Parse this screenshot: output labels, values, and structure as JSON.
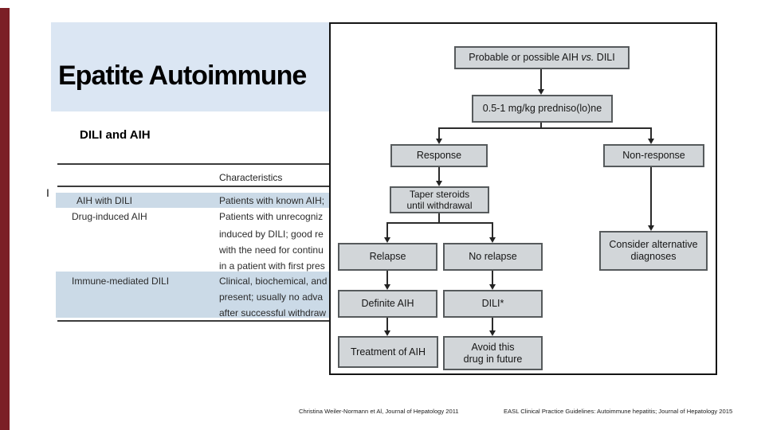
{
  "slide": {
    "title": "Epatite Autoimmune",
    "subtitle": "DILI and AIH",
    "stray_mark": "I"
  },
  "table": {
    "column_header": "Characteristics",
    "rows": [
      {
        "name": "AIH with DILI",
        "lines": [
          "Patients with known AIH;"
        ]
      },
      {
        "name": "Drug-induced AIH",
        "lines": [
          "Patients with unrecogniz",
          "induced by DILI; good re",
          "with the need for continu",
          "in a patient with first pres"
        ]
      },
      {
        "name": "Immune-mediated DILI",
        "lines": [
          "Clinical, biochemical, and",
          "present; usually no adva",
          "after successful withdraw"
        ]
      }
    ]
  },
  "flowchart": {
    "nodes": {
      "probable": {
        "prefix": "Probable or possible AIH ",
        "vs": "vs.",
        "suffix": " DILI"
      },
      "prednisone": {
        "label": "0.5-1 mg/kg predniso(lo)ne"
      },
      "response": {
        "label": "Response"
      },
      "nonresponse": {
        "label": "Non-response"
      },
      "taper": {
        "line1": "Taper steroids",
        "line2": "until withdrawal"
      },
      "relapse": {
        "label": "Relapse"
      },
      "norelapse": {
        "label": "No relapse"
      },
      "consider": {
        "line1": "Consider alternative",
        "line2": "diagnoses"
      },
      "definite": {
        "label": "Definite AIH"
      },
      "dili": {
        "label": "DILI*"
      },
      "treatment": {
        "label": "Treatment of AIH"
      },
      "avoid": {
        "line1": "Avoid this",
        "line2": "drug in future"
      }
    }
  },
  "footer": {
    "left_citation": "Christina Weiler-Normann et Al, Journal of Hepatology 2011",
    "right_citation": "EASL Clinical Practice Guidelines: Autoimmune hepatitis; Journal of Hepatology 2015"
  },
  "colors": {
    "accent_bar": "#7b1f26",
    "title_block": "#dbe6f3",
    "table_band": "#cbdae7",
    "figure_node_fill": "#d2d6d9",
    "figure_node_border": "#565a5c",
    "figure_frame": "#141414"
  }
}
